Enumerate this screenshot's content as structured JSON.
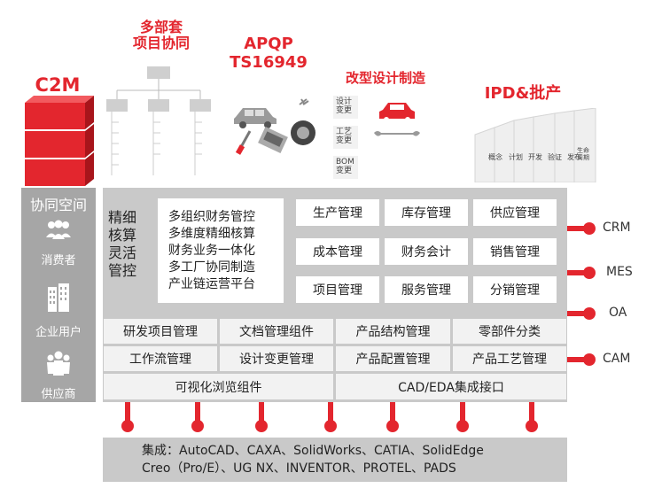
{
  "top": {
    "c2m": "C2M",
    "multi_dept_line1": "多部套",
    "multi_dept_line2": "项目协同",
    "apqp_line1": "APQP",
    "apqp_line2": "TS16949",
    "redesign": "改型设计制造",
    "ipd": "IPD&批产",
    "doc_labels": [
      "设计\n变更",
      "工艺\n变更",
      "BOM\n变更"
    ],
    "ipd_stages": [
      "概念",
      "计划",
      "开发",
      "验证",
      "发布",
      "生命\n周期"
    ]
  },
  "left_panel": {
    "title": "协同空间",
    "items": [
      {
        "label": "消费者",
        "icon": "consumers-icon"
      },
      {
        "label": "企业用户",
        "icon": "building-icon"
      },
      {
        "label": "供应商",
        "icon": "suppliers-icon"
      }
    ]
  },
  "finance": {
    "heading_lines": [
      "精细",
      "核算",
      "灵活",
      "管控"
    ],
    "bullets": [
      "多组织财务管控",
      "多维度精细核算",
      "财务业务一体化",
      "多工厂协同制造",
      "产业链运营平台"
    ]
  },
  "modules_grid": [
    [
      "生产管理",
      "库存管理",
      "供应管理"
    ],
    [
      "成本管理",
      "财务会计",
      "销售管理"
    ],
    [
      "项目管理",
      "服务管理",
      "分销管理"
    ]
  ],
  "component_rows": [
    [
      "研发项目管理",
      "文档管理组件",
      "产品结构管理",
      "零部件分类"
    ],
    [
      "工作流管理",
      "设计变更管理",
      "产品配置管理",
      "产品工艺管理"
    ]
  ],
  "bottom_row": [
    "可视化浏览组件",
    "CAD/EDA集成接口"
  ],
  "right_systems": [
    "CRM",
    "MES",
    "OA",
    "CAM"
  ],
  "integration": {
    "line1": "集成：AutoCAD、CAXA、SolidWorks、CATIA、SolidEdge",
    "line2": "Creo（Pro/E）、UG NX、INVENTOR、PROTEL、PADS"
  },
  "colors": {
    "accent": "#e3262e",
    "panel": "#c9c9c9",
    "cell": "#f2f2f2",
    "left_panel": "#a6a6a6"
  }
}
